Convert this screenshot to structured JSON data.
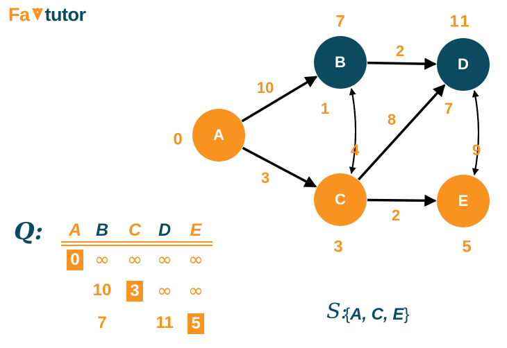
{
  "brand": {
    "part1": "Fa",
    "part2": "tutor"
  },
  "graph": {
    "nodes": [
      {
        "id": "A",
        "label": "A",
        "visited": true,
        "distance": "0"
      },
      {
        "id": "B",
        "label": "B",
        "visited": false,
        "distance": "7"
      },
      {
        "id": "C",
        "label": "C",
        "visited": true,
        "distance": "3"
      },
      {
        "id": "D",
        "label": "D",
        "visited": false,
        "distance": "11"
      },
      {
        "id": "E",
        "label": "E",
        "visited": true,
        "distance": "5"
      }
    ],
    "edges": [
      {
        "from": "A",
        "to": "B",
        "weight": "10"
      },
      {
        "from": "A",
        "to": "C",
        "weight": "3"
      },
      {
        "from": "B",
        "to": "C",
        "weight": "1"
      },
      {
        "from": "C",
        "to": "B",
        "weight": "4"
      },
      {
        "from": "B",
        "to": "D",
        "weight": "2"
      },
      {
        "from": "C",
        "to": "D",
        "weight": "8"
      },
      {
        "from": "C",
        "to": "E",
        "weight": "2"
      },
      {
        "from": "D",
        "to": "E",
        "weight": "7"
      },
      {
        "from": "E",
        "to": "D",
        "weight": "9"
      }
    ]
  },
  "queue": {
    "label": "Q:",
    "headers": [
      "A",
      "B",
      "C",
      "D",
      "E"
    ],
    "rows": [
      [
        {
          "v": "0",
          "boxed": true
        },
        {
          "v": "∞"
        },
        {
          "v": "∞"
        },
        {
          "v": "∞"
        },
        {
          "v": "∞"
        }
      ],
      [
        {
          "v": ""
        },
        {
          "v": "10"
        },
        {
          "v": "3",
          "boxed": true
        },
        {
          "v": "∞"
        },
        {
          "v": "∞"
        }
      ],
      [
        {
          "v": ""
        },
        {
          "v": "7"
        },
        {
          "v": ""
        },
        {
          "v": "11"
        },
        {
          "v": "5",
          "boxed": true
        }
      ]
    ]
  },
  "visited_set": {
    "label": "S:",
    "open": "{",
    "items": "A, C, E",
    "close": "}"
  },
  "colors": {
    "orange": "#f7931e",
    "navy": "#0c4a60",
    "edge": "#000000",
    "text_on_box": "#ffffff"
  }
}
